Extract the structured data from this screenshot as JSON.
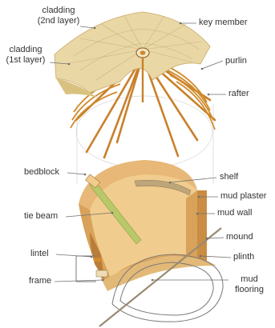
{
  "labels": {
    "cladding_2nd": [
      "cladding",
      "(2nd layer)"
    ],
    "cladding_1st": [
      "cladding",
      "(1st layer)"
    ],
    "key_member": "key member",
    "purlin": "purlin",
    "rafter": "rafter",
    "bedblock": "bedblock",
    "tie_beam": "tie beam",
    "lintel": "lintel",
    "frame": "frame",
    "shelf": "shelf",
    "mud_plaster": "mud plaster",
    "mud_wall": "mud wall",
    "mound": "mound",
    "plinth": "plinth",
    "mud_flooring": [
      "mud",
      "flooring"
    ]
  },
  "colors": {
    "thatch": "#e9d8a6",
    "thatch_shade": "#d9c27f",
    "timber": "#d08b2c",
    "wall_outer": "#d9a25a",
    "wall_inner": "#f0cd8e",
    "wall_top": "#e8b878",
    "tie_beam": "#b9c96a",
    "ground_outline": "#7a7a7a",
    "leader": "#6f6f6f"
  }
}
